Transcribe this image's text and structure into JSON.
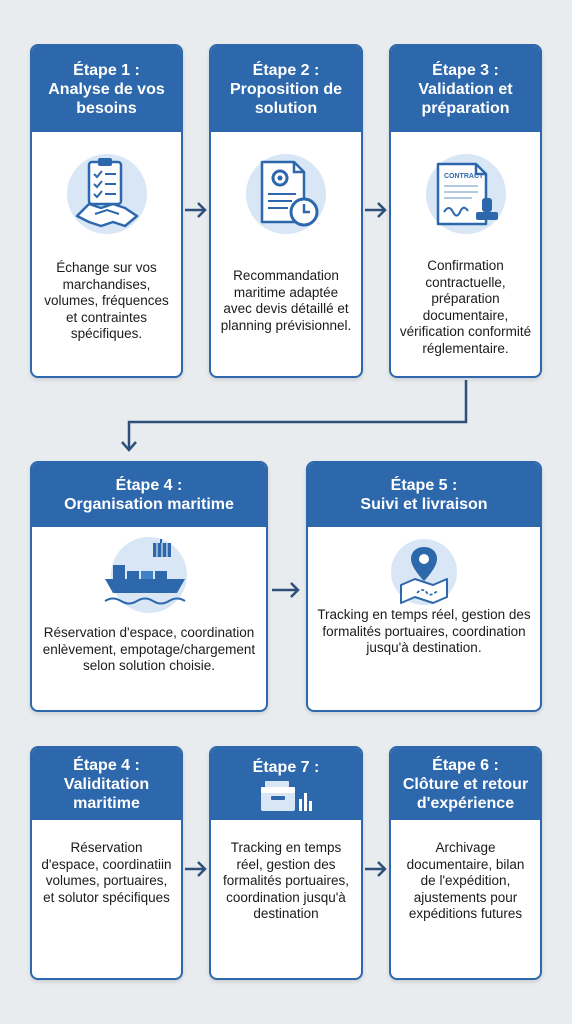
{
  "colors": {
    "primary": "#2d68ad",
    "light_blue": "#d8e6f6",
    "background": "#e9ecef"
  },
  "steps": [
    {
      "title_line1": "Étape 1 :",
      "title_line2": "Analyse de vos besoins",
      "icon": "clipboard-handshake-icon",
      "text": "Échange sur vos marchandises, volumes, fréquences et contraintes spécifiques."
    },
    {
      "title_line1": "Étape 2 :",
      "title_line2": "Proposition de solution",
      "icon": "document-gear-clock-icon",
      "text": "Recommandation maritime adaptée avec devis détaillé et planning prévisionnel."
    },
    {
      "title_line1": "Étape 3 :",
      "title_line2": "Validation et préparation",
      "icon": "contract-stamp-icon",
      "contract_label": "CONTRACT",
      "text": "Confirmation contractuelle, préparation documentaire, vérification conformité réglementaire."
    },
    {
      "title_line1": "Étape 4 :",
      "title_line2": "Organisation maritime",
      "icon": "cargo-ship-crane-icon",
      "text": "Réservation d'espace, coordination enlèvement, empotage/chargement selon solution choisie."
    },
    {
      "title_line1": "Étape 5 :",
      "title_line2": "Suivi et livraison",
      "icon": "map-pin-route-icon",
      "text": "Tracking en temps réel, gestion des formalités portuaires, coordination jusqu'à destination."
    },
    {
      "title_line1": "Étape 4 :",
      "title_line2": "Validitation maritime",
      "icon": "",
      "text": "Réservation d'espace, coordinatiin volumes, portuaires, et solutor spécifiques"
    },
    {
      "title_line1": "Étape 7 :",
      "title_line2": "",
      "icon": "archive-box-chart-icon",
      "text": "Tracking en temps réel, gestion des formalités portuaires, coordination jusqu'à destination"
    },
    {
      "title_line1": "Étape 6 :",
      "title_line2": "Clôture et retour d'expérience",
      "icon": "",
      "text": "Archivage documentaire, bilan de l'expédition, ajustements pour expéditions futures"
    }
  ]
}
